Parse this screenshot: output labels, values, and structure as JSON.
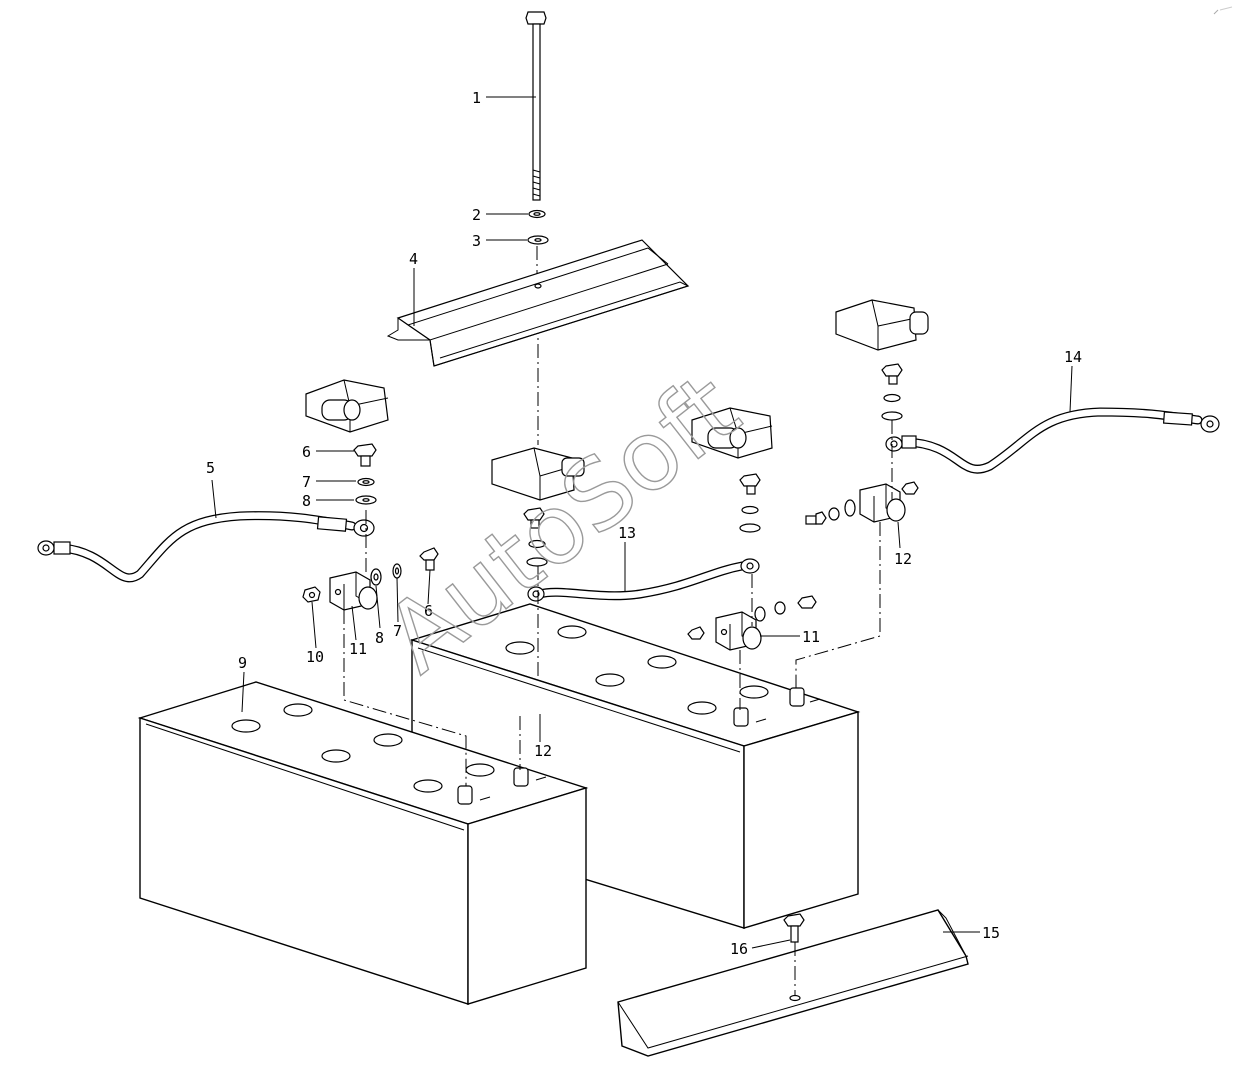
{
  "watermark": "AutoSoft",
  "callouts": {
    "c1": "1",
    "c2": "2",
    "c3": "3",
    "c4": "4",
    "c5": "5",
    "c6a": "6",
    "c6b": "6",
    "c7a": "7",
    "c7b": "7",
    "c8a": "8",
    "c8b": "8",
    "c9": "9",
    "c10": "10",
    "c11a": "11",
    "c11b": "11",
    "c12a": "12",
    "c12b": "12",
    "c13": "13",
    "c14": "14",
    "c15": "15",
    "c16": "16"
  }
}
